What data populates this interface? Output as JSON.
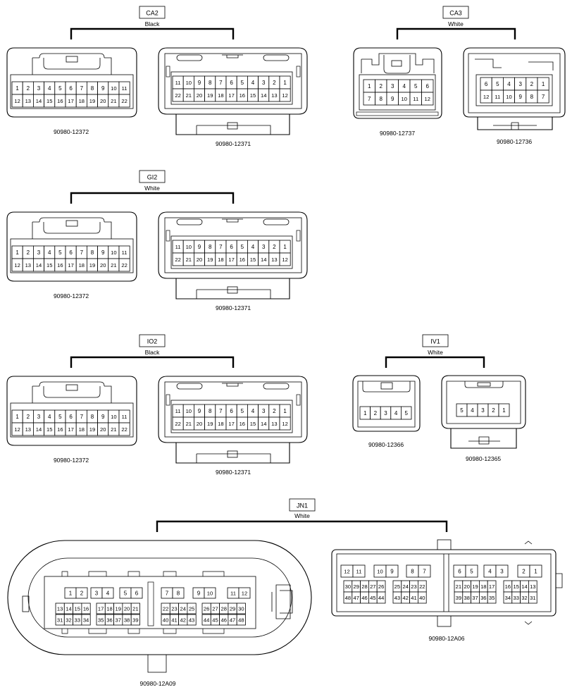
{
  "groups": {
    "ca2": {
      "name": "CA2",
      "color": "Black",
      "left_part": "90980-12372",
      "right_part": "90980-12371",
      "left_top": [
        "1",
        "2",
        "3",
        "4",
        "5",
        "6",
        "7",
        "8",
        "9",
        "10",
        "11"
      ],
      "left_bottom": [
        "12",
        "13",
        "14",
        "15",
        "16",
        "17",
        "18",
        "19",
        "20",
        "21",
        "22"
      ],
      "right_top": [
        "11",
        "10",
        "9",
        "8",
        "7",
        "6",
        "5",
        "4",
        "3",
        "2",
        "1"
      ],
      "right_bottom": [
        "22",
        "21",
        "20",
        "19",
        "18",
        "17",
        "16",
        "15",
        "14",
        "13",
        "12"
      ]
    },
    "ca3": {
      "name": "CA3",
      "color": "White",
      "left_part": "90980-12737",
      "right_part": "90980-12736",
      "left_top": [
        "1",
        "2",
        "3",
        "4",
        "5",
        "6"
      ],
      "left_bottom": [
        "7",
        "8",
        "9",
        "10",
        "11",
        "12"
      ],
      "right_top": [
        "6",
        "5",
        "4",
        "3",
        "2",
        "1"
      ],
      "right_bottom": [
        "12",
        "11",
        "10",
        "9",
        "8",
        "7"
      ]
    },
    "gi2": {
      "name": "GI2",
      "color": "White",
      "left_part": "90980-12372",
      "right_part": "90980-12371",
      "left_top": [
        "1",
        "2",
        "3",
        "4",
        "5",
        "6",
        "7",
        "8",
        "9",
        "10",
        "11"
      ],
      "left_bottom": [
        "12",
        "13",
        "14",
        "15",
        "16",
        "17",
        "18",
        "19",
        "20",
        "21",
        "22"
      ],
      "right_top": [
        "11",
        "10",
        "9",
        "8",
        "7",
        "6",
        "5",
        "4",
        "3",
        "2",
        "1"
      ],
      "right_bottom": [
        "22",
        "21",
        "20",
        "19",
        "18",
        "17",
        "16",
        "15",
        "14",
        "13",
        "12"
      ]
    },
    "io2": {
      "name": "IO2",
      "color": "Black",
      "left_part": "90980-12372",
      "right_part": "90980-12371",
      "left_top": [
        "1",
        "2",
        "3",
        "4",
        "5",
        "6",
        "7",
        "8",
        "9",
        "10",
        "11"
      ],
      "left_bottom": [
        "12",
        "13",
        "14",
        "15",
        "16",
        "17",
        "18",
        "19",
        "20",
        "21",
        "22"
      ],
      "right_top": [
        "11",
        "10",
        "9",
        "8",
        "7",
        "6",
        "5",
        "4",
        "3",
        "2",
        "1"
      ],
      "right_bottom": [
        "22",
        "21",
        "20",
        "19",
        "18",
        "17",
        "16",
        "15",
        "14",
        "13",
        "12"
      ]
    },
    "iv1": {
      "name": "IV1",
      "color": "White",
      "left_part": "90980-12366",
      "right_part": "90980-12365",
      "left_row": [
        "1",
        "2",
        "3",
        "4",
        "5"
      ],
      "right_row": [
        "5",
        "4",
        "3",
        "2",
        "1"
      ]
    },
    "jn1": {
      "name": "JN1",
      "color": "White",
      "left_part": "90980-12A09",
      "right_part": "90980-12A06",
      "left_large": [
        [
          "1",
          "2"
        ],
        [
          "3",
          "4"
        ],
        [
          "5",
          "6"
        ],
        [
          "7",
          "8"
        ],
        [
          "9",
          "10"
        ],
        [
          "11",
          "12"
        ]
      ],
      "left_small_top": [
        [
          "13",
          "14",
          "15",
          "16"
        ],
        [
          "17",
          "18",
          "19",
          "20",
          "21"
        ],
        [
          "22",
          "23",
          "24",
          "25"
        ],
        [
          "26",
          "27",
          "28",
          "29",
          "30"
        ]
      ],
      "left_small_bottom": [
        [
          "31",
          "32",
          "33",
          "34"
        ],
        [
          "35",
          "36",
          "37",
          "38",
          "39"
        ],
        [
          "40",
          "41",
          "42",
          "43"
        ],
        [
          "44",
          "45",
          "46",
          "47",
          "48"
        ]
      ],
      "right_large": [
        [
          "12",
          "11"
        ],
        [
          "10",
          "9"
        ],
        [
          "8",
          "7"
        ],
        [
          "6",
          "5"
        ],
        [
          "4",
          "3"
        ],
        [
          "2",
          "1"
        ]
      ],
      "right_small_top": [
        [
          "30",
          "29",
          "28",
          "27",
          "26"
        ],
        [
          "25",
          "24",
          "23",
          "22"
        ],
        [
          "21",
          "20",
          "19",
          "18",
          "17"
        ],
        [
          "16",
          "15",
          "14",
          "13"
        ]
      ],
      "right_small_bottom": [
        [
          "48",
          "47",
          "46",
          "45",
          "44"
        ],
        [
          "43",
          "42",
          "41",
          "40"
        ],
        [
          "39",
          "38",
          "37",
          "36",
          "35"
        ],
        [
          "34",
          "33",
          "32",
          "31"
        ]
      ]
    }
  }
}
